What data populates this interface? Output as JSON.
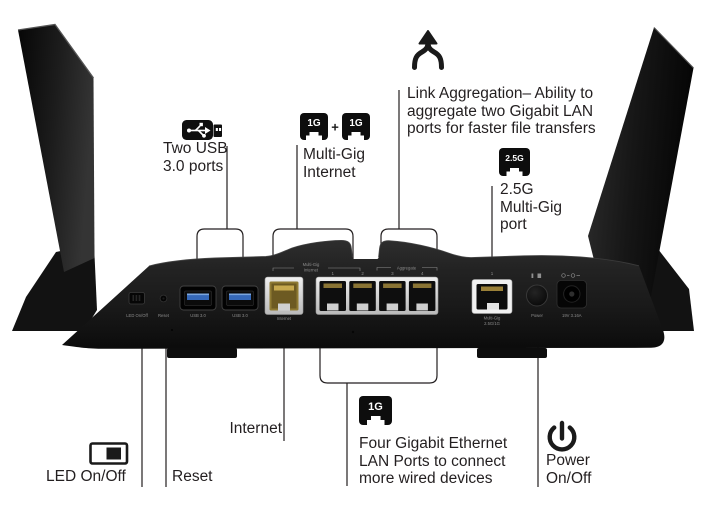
{
  "callouts": {
    "usb": {
      "lines": [
        "Two USB",
        "3.0 ports"
      ]
    },
    "multi_gig_internet": {
      "badges": [
        "1G",
        "1G"
      ],
      "plus_sign": "+",
      "lines": [
        "Multi-Gig",
        "Internet"
      ]
    },
    "link_aggregation": {
      "lines": [
        "Link Aggregation– Ability to",
        "aggregate two Gigabit LAN",
        "ports for faster file transfers"
      ]
    },
    "multi_gig_port": {
      "badge": "2.5G",
      "lines": [
        "2.5G",
        "Multi-Gig",
        "port"
      ]
    },
    "internet": {
      "label": "Internet"
    },
    "led": {
      "label": "LED On/Off"
    },
    "reset": {
      "label": "Reset"
    },
    "lan": {
      "badge": "1G",
      "lines": [
        "Four Gigabit Ethernet",
        "LAN Ports to connect",
        "more wired devices"
      ]
    },
    "power": {
      "lines": [
        "Power",
        "On/Off"
      ]
    }
  },
  "device": {
    "labels": {
      "led": "LED On/Off",
      "reset": "Reset",
      "usb1": "USB 3.0",
      "usb2": "USB 3.0",
      "internet": "Internet",
      "multigig_bracket": [
        "Multi-Gig",
        "Internet"
      ],
      "aggregate_bracket": "Aggregate",
      "lan_numbers": [
        "1",
        "2",
        "3",
        "4"
      ],
      "port_2_5g_number": "1",
      "port_2_5g": [
        "Multi-Gig",
        "2.5G/1G"
      ],
      "power": "Power",
      "dc": "19V 3.16A"
    }
  },
  "colors": {
    "text": "#231f20",
    "callout_line": "#231f20",
    "badge_bg": "#0d0d0d",
    "badge_fg": "#ffffff",
    "usb_blue": "#3568b8",
    "internet_port_yellow": "#bb9a41",
    "bezel_silver": "#d9d9d9",
    "body_dark": "#1c1c1c",
    "background": "#ffffff"
  }
}
